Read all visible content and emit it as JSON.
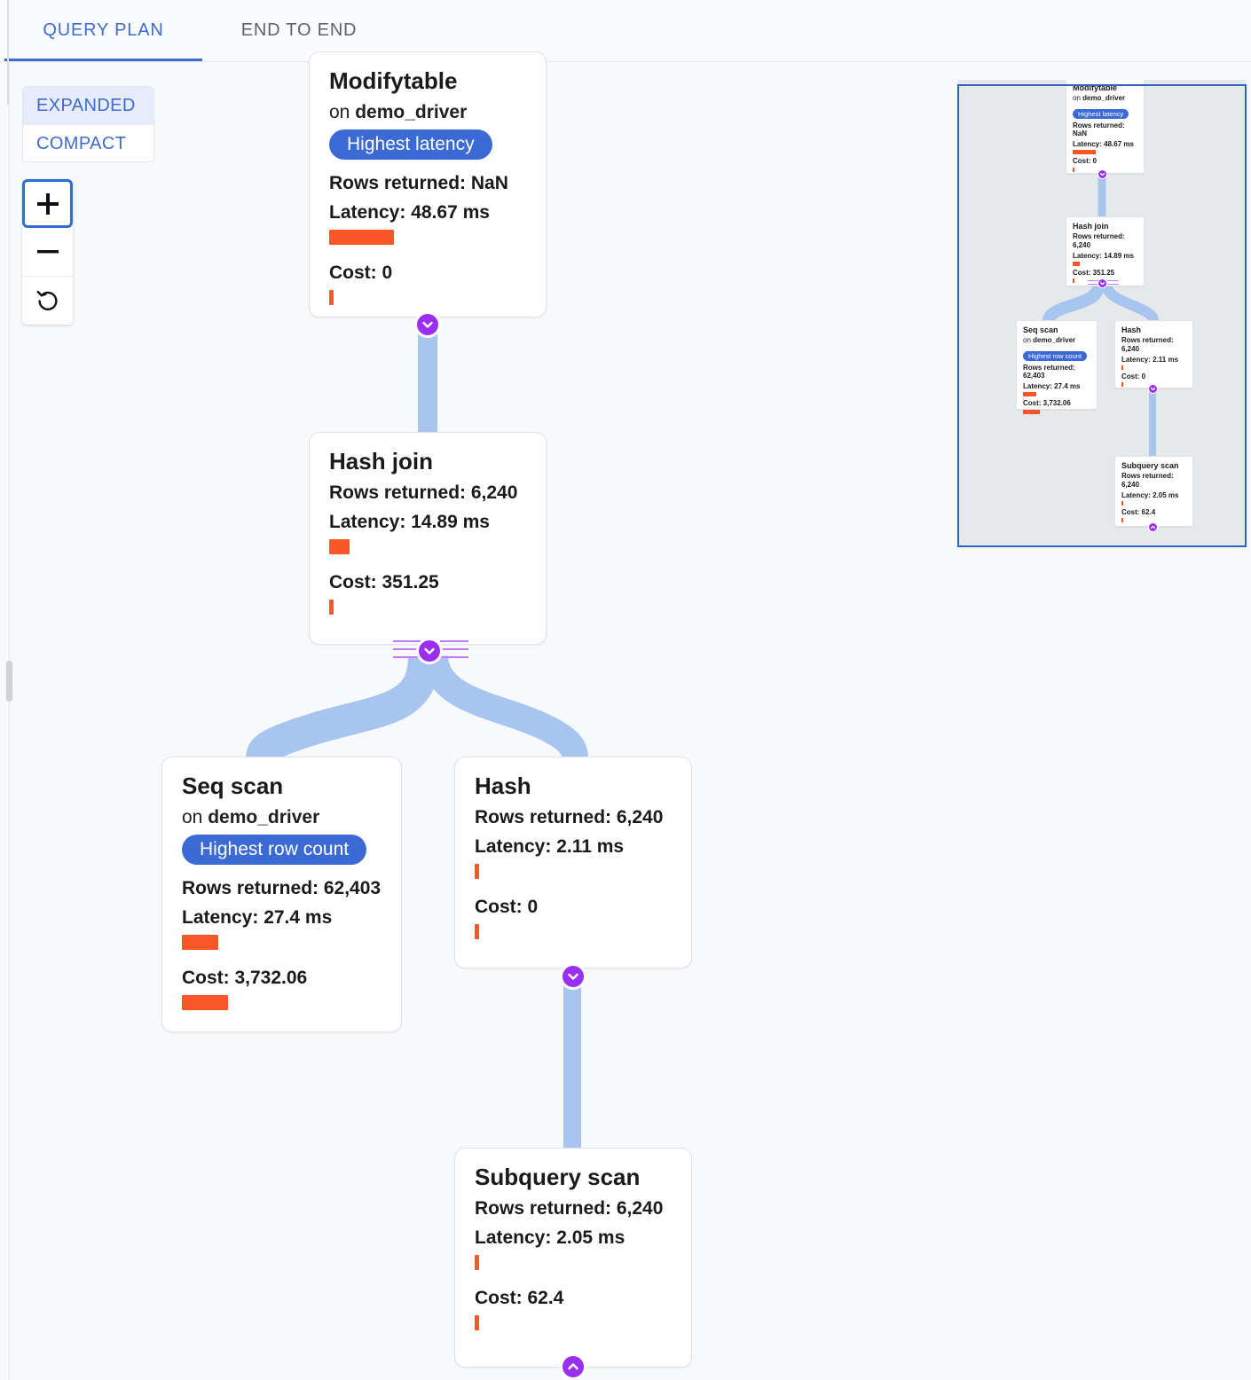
{
  "tabs": [
    {
      "label": "QUERY PLAN",
      "active": true
    },
    {
      "label": "END TO END",
      "active": false
    }
  ],
  "controls": {
    "layout_modes": [
      {
        "label": "EXPANDED",
        "selected": true
      },
      {
        "label": "COMPACT",
        "selected": false
      }
    ],
    "zoom_in": {
      "icon": "plus-icon",
      "label": "+"
    },
    "zoom_out": {
      "icon": "minus-icon",
      "label": "−"
    },
    "reset": {
      "icon": "reset-rotate-icon",
      "label": "↺"
    }
  },
  "labels": {
    "on_prefix": "on ",
    "rows_prefix": "Rows returned: ",
    "latency_prefix": "Latency: ",
    "cost_prefix": "Cost: "
  },
  "colors": {
    "accent_blue": "#3f6ad0",
    "badge_blue": "#3b6ad5",
    "bar_orange": "#fa5527",
    "edge_blue": "#a8c5ef",
    "connector_purple": "#9b2ff0",
    "minimap_bg": "#e6e9ec",
    "minimap_border": "#2f62c4",
    "canvas_bg": "#f7f9fb"
  },
  "nodes": [
    {
      "id": "modifytable",
      "title": "Modifytable",
      "relation": "demo_driver",
      "badge": "Highest latency",
      "rows": "Rows returned: NaN",
      "latency": "Latency: 48.67 ms",
      "latency_bar_pct": 100,
      "cost": "Cost: 0",
      "cost_bar_pct": 2
    },
    {
      "id": "hashjoin",
      "title": "Hash join",
      "relation": null,
      "badge": null,
      "rows": "Rows returned: 6,240",
      "latency": "Latency: 14.89 ms",
      "latency_bar_pct": 31,
      "cost": "Cost: 351.25",
      "cost_bar_pct": 5
    },
    {
      "id": "seqscan",
      "title": "Seq scan",
      "relation": "demo_driver",
      "badge": "Highest row count",
      "rows": "Rows returned: 62,403",
      "latency": "Latency: 27.4 ms",
      "latency_bar_pct": 56,
      "cost": "Cost: 3,732.06",
      "cost_bar_pct": 100
    },
    {
      "id": "hash",
      "title": "Hash",
      "relation": null,
      "badge": null,
      "rows": "Rows returned: 6,240",
      "latency": "Latency: 2.11 ms",
      "latency_bar_pct": 4,
      "cost": "Cost: 0",
      "cost_bar_pct": 2
    },
    {
      "id": "subqueryscan",
      "title": "Subquery scan",
      "relation": null,
      "badge": null,
      "rows": "Rows returned: 6,240",
      "latency": "Latency: 2.05 ms",
      "latency_bar_pct": 4,
      "cost": "Cost: 62.4",
      "cost_bar_pct": 2
    }
  ],
  "edges": [
    {
      "from": "modifytable",
      "to": "hashjoin"
    },
    {
      "from": "hashjoin",
      "to": "seqscan"
    },
    {
      "from": "hashjoin",
      "to": "hash"
    },
    {
      "from": "hash",
      "to": "subqueryscan"
    }
  ],
  "connectors": [
    {
      "node": "modifytable",
      "direction": "down",
      "icon": "chevron-down-icon"
    },
    {
      "node": "hashjoin",
      "direction": "down",
      "icon": "chevron-down-icon"
    },
    {
      "node": "hash",
      "direction": "down",
      "icon": "chevron-down-icon"
    },
    {
      "node": "subqueryscan",
      "direction": "up",
      "icon": "chevron-up-icon"
    }
  ],
  "minimap": {
    "visible": true,
    "nodes": [
      {
        "id": "modifytable",
        "title": "Modifytable",
        "relation": "demo_driver",
        "badge": "Highest latency",
        "rows": "Rows returned: NaN",
        "latency": "Latency: 48.67 ms",
        "cost": "Cost: 0",
        "latency_bar_pct": 100,
        "cost_bar_pct": 3
      },
      {
        "id": "hashjoin",
        "title": "Hash join",
        "relation": null,
        "badge": null,
        "rows": "Rows returned: 6,240",
        "latency": "Latency: 14.89 ms",
        "cost": "Cost: 351.25",
        "latency_bar_pct": 31,
        "cost_bar_pct": 5
      },
      {
        "id": "seqscan",
        "title": "Seq scan",
        "relation": "demo_driver",
        "badge": "Highest row count",
        "rows": "Rows returned: 62,403",
        "latency": "Latency: 27.4 ms",
        "cost": "Cost: 3,732.06",
        "latency_bar_pct": 56,
        "cost_bar_pct": 100
      },
      {
        "id": "hash",
        "title": "Hash",
        "relation": null,
        "badge": null,
        "rows": "Rows returned: 6,240",
        "latency": "Latency: 2.11 ms",
        "cost": "Cost: 0",
        "latency_bar_pct": 4,
        "cost_bar_pct": 3
      },
      {
        "id": "subqueryscan",
        "title": "Subquery scan",
        "relation": null,
        "badge": null,
        "rows": "Rows returned: 6,240",
        "latency": "Latency: 2.05 ms",
        "cost": "Cost: 62.4",
        "latency_bar_pct": 4,
        "cost_bar_pct": 3
      }
    ]
  }
}
